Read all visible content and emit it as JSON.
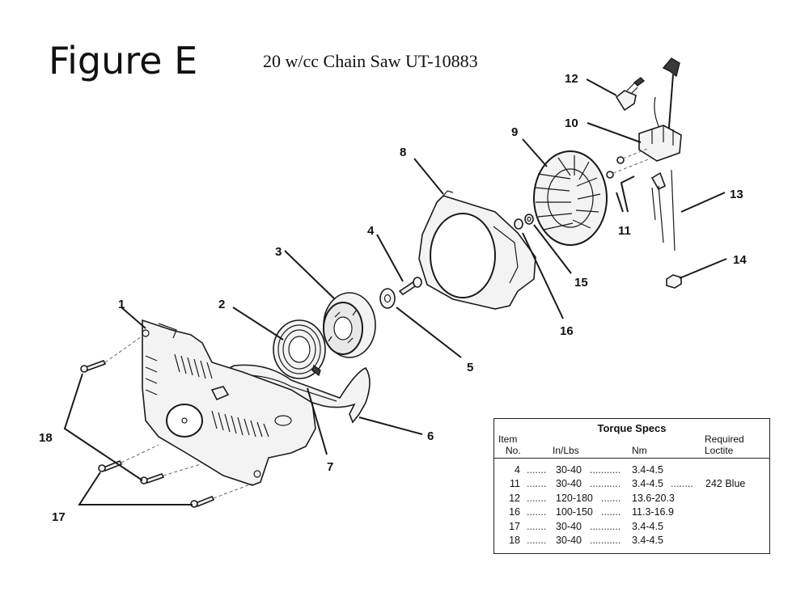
{
  "figure": {
    "title": "Figure E",
    "subtitle": "20 w/cc Chain Saw UT-10883"
  },
  "callouts": [
    "1",
    "2",
    "3",
    "4",
    "5",
    "6",
    "7",
    "8",
    "9",
    "10",
    "11",
    "12",
    "13",
    "14",
    "15",
    "16",
    "17",
    "18"
  ],
  "torque_table": {
    "caption": "Torque Specs",
    "headers": {
      "item": "Item",
      "no": "No.",
      "in_lbs": "In/Lbs",
      "nm": "Nm",
      "required": "Required",
      "loctite": "Loctite"
    },
    "rows": [
      {
        "item": "4",
        "in_lbs": "30-40",
        "nm": "3.4-4.5",
        "loctite": ""
      },
      {
        "item": "11",
        "in_lbs": "30-40",
        "nm": "3.4-4.5",
        "loctite": "242 Blue"
      },
      {
        "item": "12",
        "in_lbs": "120-180",
        "nm": "13.6-20.3",
        "loctite": ""
      },
      {
        "item": "16",
        "in_lbs": "100-150",
        "nm": "11.3-16.9",
        "loctite": ""
      },
      {
        "item": "17",
        "in_lbs": "30-40",
        "nm": "3.4-4.5",
        "loctite": ""
      },
      {
        "item": "18",
        "in_lbs": "30-40",
        "nm": "3.4-4.5",
        "loctite": ""
      }
    ]
  }
}
